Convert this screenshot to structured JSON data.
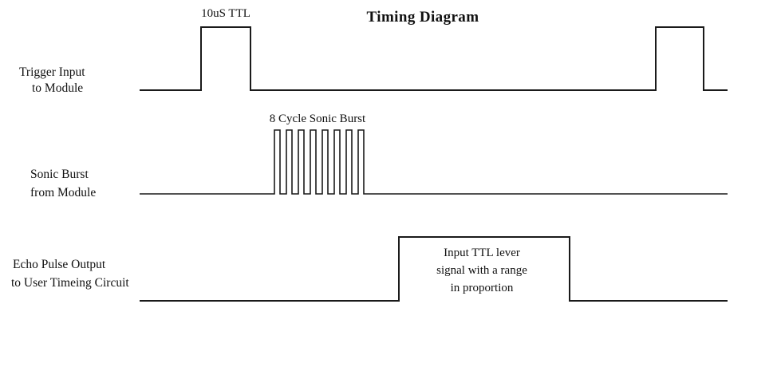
{
  "diagram": {
    "title": "Timing Diagram",
    "signals": {
      "trigger": {
        "label_lines": [
          "Trigger Input",
          "to Module"
        ],
        "pulse_label": "10uS TTL"
      },
      "burst": {
        "label_lines": [
          "Sonic Burst",
          "from Module"
        ],
        "pulse_label": "8 Cycle Sonic Burst",
        "cycles": 8
      },
      "echo": {
        "label_lines": [
          "Echo Pulse Output",
          "to User Timeing Circuit"
        ],
        "pulse_text_lines": [
          "Input TTL lever",
          "signal with a range",
          "in proportion"
        ]
      }
    }
  }
}
